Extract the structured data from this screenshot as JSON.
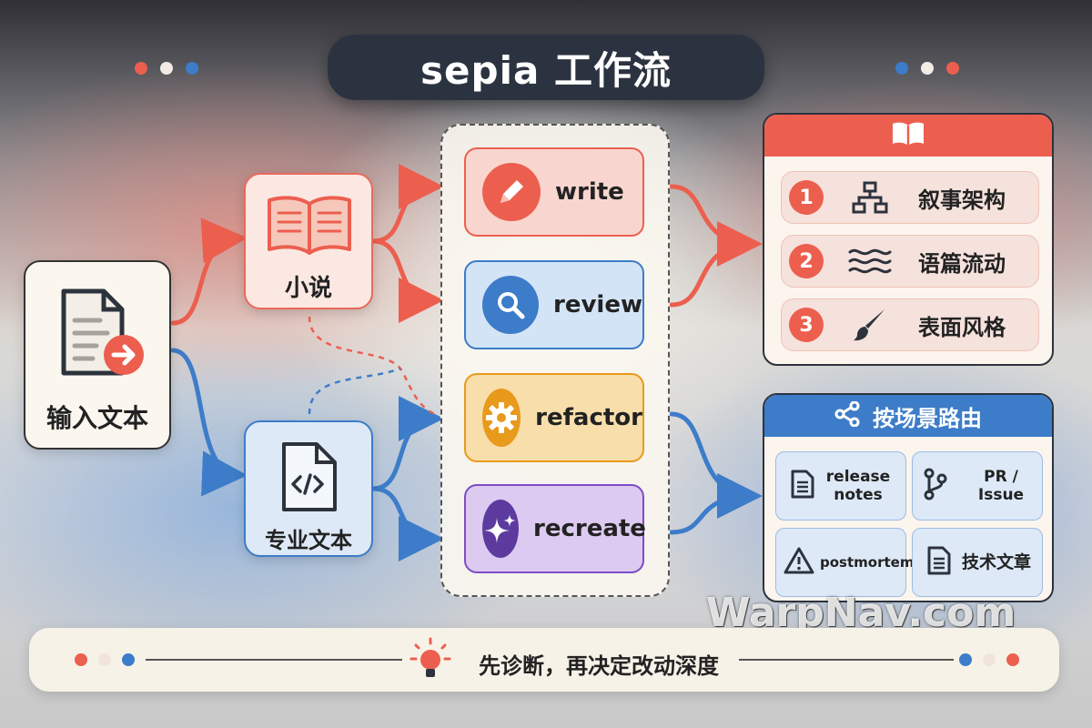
{
  "title": "sepia 工作流",
  "input": {
    "label": "输入文本"
  },
  "sources": {
    "novel": {
      "label": "小说"
    },
    "professional": {
      "label": "专业文本"
    }
  },
  "modes": [
    {
      "label": "write",
      "icon": "pencil-icon",
      "color": "#ec5f4f"
    },
    {
      "label": "review",
      "icon": "magnifier-icon",
      "color": "#3d7cc9"
    },
    {
      "label": "refactor",
      "icon": "gear-icon",
      "color": "#e79a1c"
    },
    {
      "label": "recreate",
      "icon": "sparkle-icon",
      "color": "#7d4cc7"
    }
  ],
  "novel_panel": {
    "icon": "book-icon",
    "levels": [
      {
        "num": "1",
        "icon": "hierarchy-icon",
        "label": "叙事架构"
      },
      {
        "num": "2",
        "icon": "waves-icon",
        "label": "语篇流动"
      },
      {
        "num": "3",
        "icon": "brush-icon",
        "label": "表面风格"
      }
    ]
  },
  "route_panel": {
    "icon": "share-icon",
    "title": "按场景路由",
    "items": [
      {
        "icon": "document-icon",
        "label": "release notes"
      },
      {
        "icon": "branch-icon",
        "label": "PR / Issue"
      },
      {
        "icon": "warning-icon",
        "label": "postmortem"
      },
      {
        "icon": "document-icon",
        "label": "技术文章"
      }
    ]
  },
  "footer": {
    "icon": "lightbulb-icon",
    "text": "先诊断，再决定改动深度"
  },
  "watermark": "WarpNav.com",
  "colors": {
    "novel": "#ec5f4f",
    "professional": "#3d7cc9",
    "dark": "#2c3340"
  }
}
